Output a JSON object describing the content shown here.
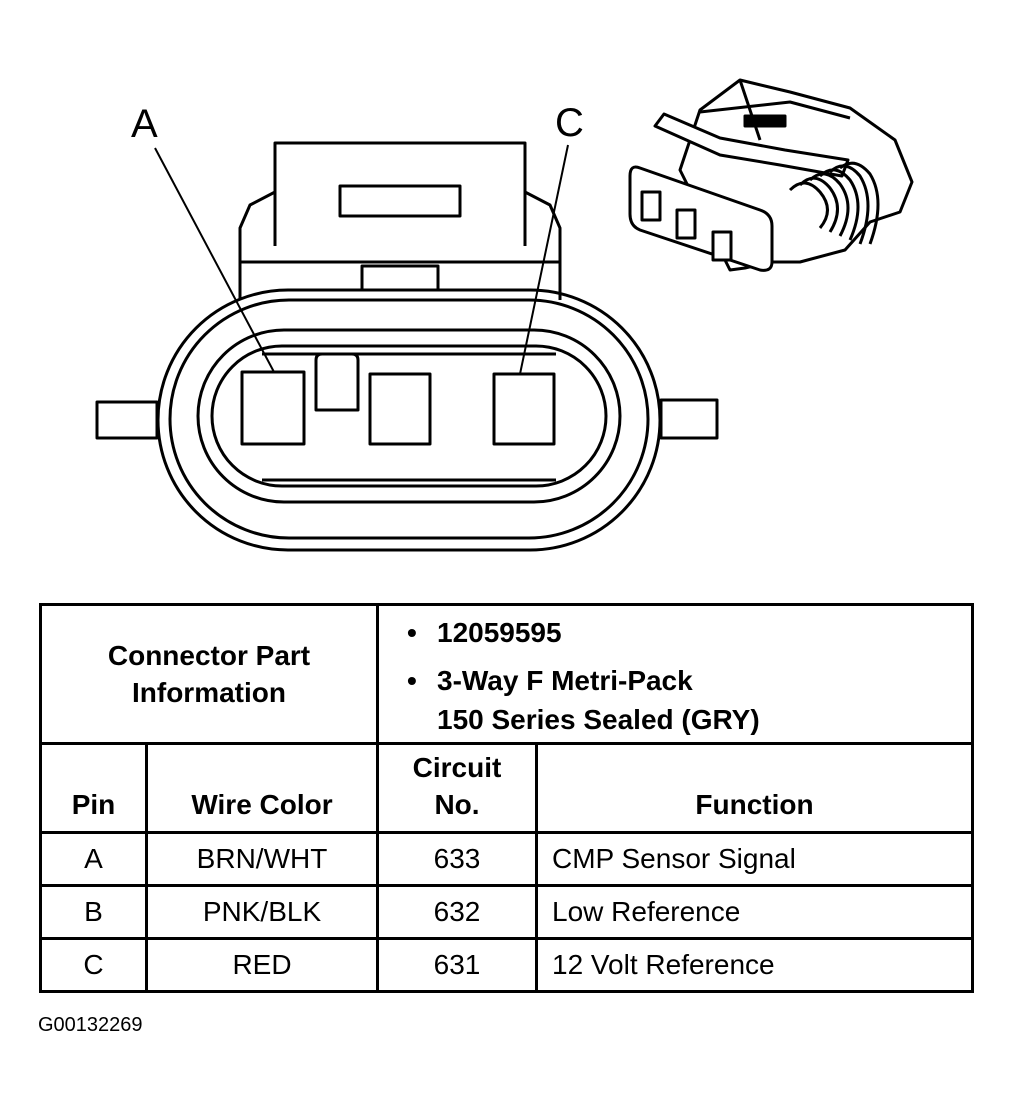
{
  "diagram": {
    "callouts": [
      {
        "id": "A",
        "label": "A"
      },
      {
        "id": "C",
        "label": "C"
      }
    ]
  },
  "table": {
    "part_info_label_line1": "Connector Part",
    "part_info_label_line2": "Information",
    "part_numbers": [
      {
        "line1": "12059595",
        "line2": ""
      },
      {
        "line1": "3-Way F Metri-Pack",
        "line2": "150 Series Sealed (GRY)"
      }
    ],
    "headers": {
      "pin": "Pin",
      "wire_color": "Wire Color",
      "circuit_line1": "Circuit",
      "circuit_line2": "No.",
      "function": "Function"
    },
    "rows": [
      {
        "pin": "A",
        "wire_color": "BRN/WHT",
        "circuit": "633",
        "function": "CMP Sensor Signal"
      },
      {
        "pin": "B",
        "wire_color": "PNK/BLK",
        "circuit": "632",
        "function": "Low Reference"
      },
      {
        "pin": "C",
        "wire_color": "RED",
        "circuit": "631",
        "function": "12 Volt Reference"
      }
    ]
  },
  "figure_id": "G00132269"
}
